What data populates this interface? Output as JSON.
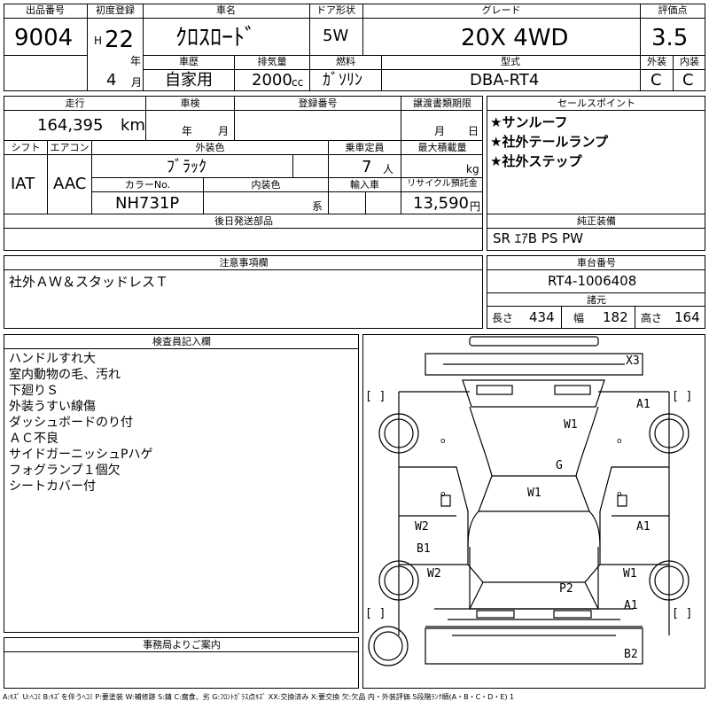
{
  "header": {
    "lot_no_label": "出品番号",
    "lot_no": "9004",
    "first_reg_label": "初度登録",
    "era": "H",
    "year": "22",
    "year_unit": "年",
    "month": "4",
    "month_unit": "月",
    "car_name_label": "車名",
    "car_name": "ｸﾛｽﾛｰﾄﾞ",
    "door_label": "ドア形状",
    "door": "5W",
    "grade_label": "グレード",
    "grade": "20X 4WD",
    "score_label": "評価点",
    "score": "3.5",
    "history_label": "車歴",
    "history": "自家用",
    "displacement_label": "排気量",
    "displacement": "2000",
    "displacement_unit": "cc",
    "fuel_label": "燃料",
    "fuel": "ｶﾞｿﾘﾝ",
    "model_code_label": "型式",
    "model_code": "DBA-RT4",
    "exterior_label": "外装",
    "exterior_grade": "C",
    "interior_label": "内装",
    "interior_grade": "C"
  },
  "row2": {
    "mileage_label": "走行",
    "mileage": "164,395",
    "mileage_unit": "km",
    "inspection_label": "車検",
    "inspection_year_unit": "年",
    "inspection_month_unit": "月",
    "reg_no_label": "登録番号",
    "transfer_doc_label": "譲渡書類期限",
    "transfer_month_unit": "月",
    "transfer_day_unit": "日",
    "sales_points_label": "セールスポイント",
    "sales_points": [
      "★サンルーフ",
      "★社外テールランプ",
      "★社外ステップ"
    ],
    "shift_label": "シフト",
    "shift": "IAT",
    "ac_label": "エアコン",
    "ac": "AAC",
    "ext_color_label": "外装色",
    "ext_color": "ﾌﾞﾗｯｸ",
    "capacity_label": "乗車定員",
    "capacity": "7",
    "capacity_unit": "人",
    "max_load_label": "最大積載量",
    "max_load_unit": "kg",
    "color_no_label": "カラーNo.",
    "color_no": "NH731P",
    "int_color_label": "内装色",
    "int_color_unit": "系",
    "import_label": "輸入車",
    "recycle_label": "リサイクル預託金",
    "recycle": "13,590",
    "recycle_unit": "円",
    "later_parts_label": "後日発送部品",
    "genuine_equip_label": "純正装備",
    "genuine_equip": "SR ｴｱB PS PW"
  },
  "notes": {
    "label": "注意事項欄",
    "text": "社外ＡＷ＆スタッドレスＴ",
    "chassis_label": "車台番号",
    "chassis": "RT4-1006408",
    "dims_label": "諸元",
    "length_label": "長さ",
    "length": "434",
    "width_label": "幅",
    "width": "182",
    "height_label": "高さ",
    "height": "164"
  },
  "inspector": {
    "label": "検査員記入欄",
    "lines": [
      "ハンドルすれ大",
      "室内動物の毛、汚れ",
      "下廻りＳ",
      "外装うすい線傷",
      "ダッシュボードのり付",
      "ＡＣ不良",
      "サイドガーニッシュPハゲ",
      "フォグランプ１個欠",
      "シートカバー付"
    ]
  },
  "office": {
    "label": "事務局よりご案内"
  },
  "damage_map": {
    "marks": {
      "x3": "X3",
      "a1_fr": "A1",
      "w1_hood": "W1",
      "g": "G",
      "w1_roof": "W1",
      "w2_left": "W2",
      "b1": "B1",
      "a1_right": "A1",
      "w2_rear_left": "W2",
      "w1_rear_right": "W1",
      "p2": "P2",
      "a1_rear": "A1",
      "b2": "B2"
    },
    "bracket": "[    ]"
  },
  "footer": "A:ｷｽﾞ U:ﾍｺﾐ B:ｷｽﾞを伴うﾍｺﾐ P:要塗装 W:補修跡 S:錆 C:腐食、劣 G:ﾌﾛﾝﾄｶﾞﾗｽ点ｷｽﾞ XX:交換済み X:要交換 欠:欠品 内・外装評価 5段階ﾗﾝｸ順(A・B・C・D・E) 1"
}
